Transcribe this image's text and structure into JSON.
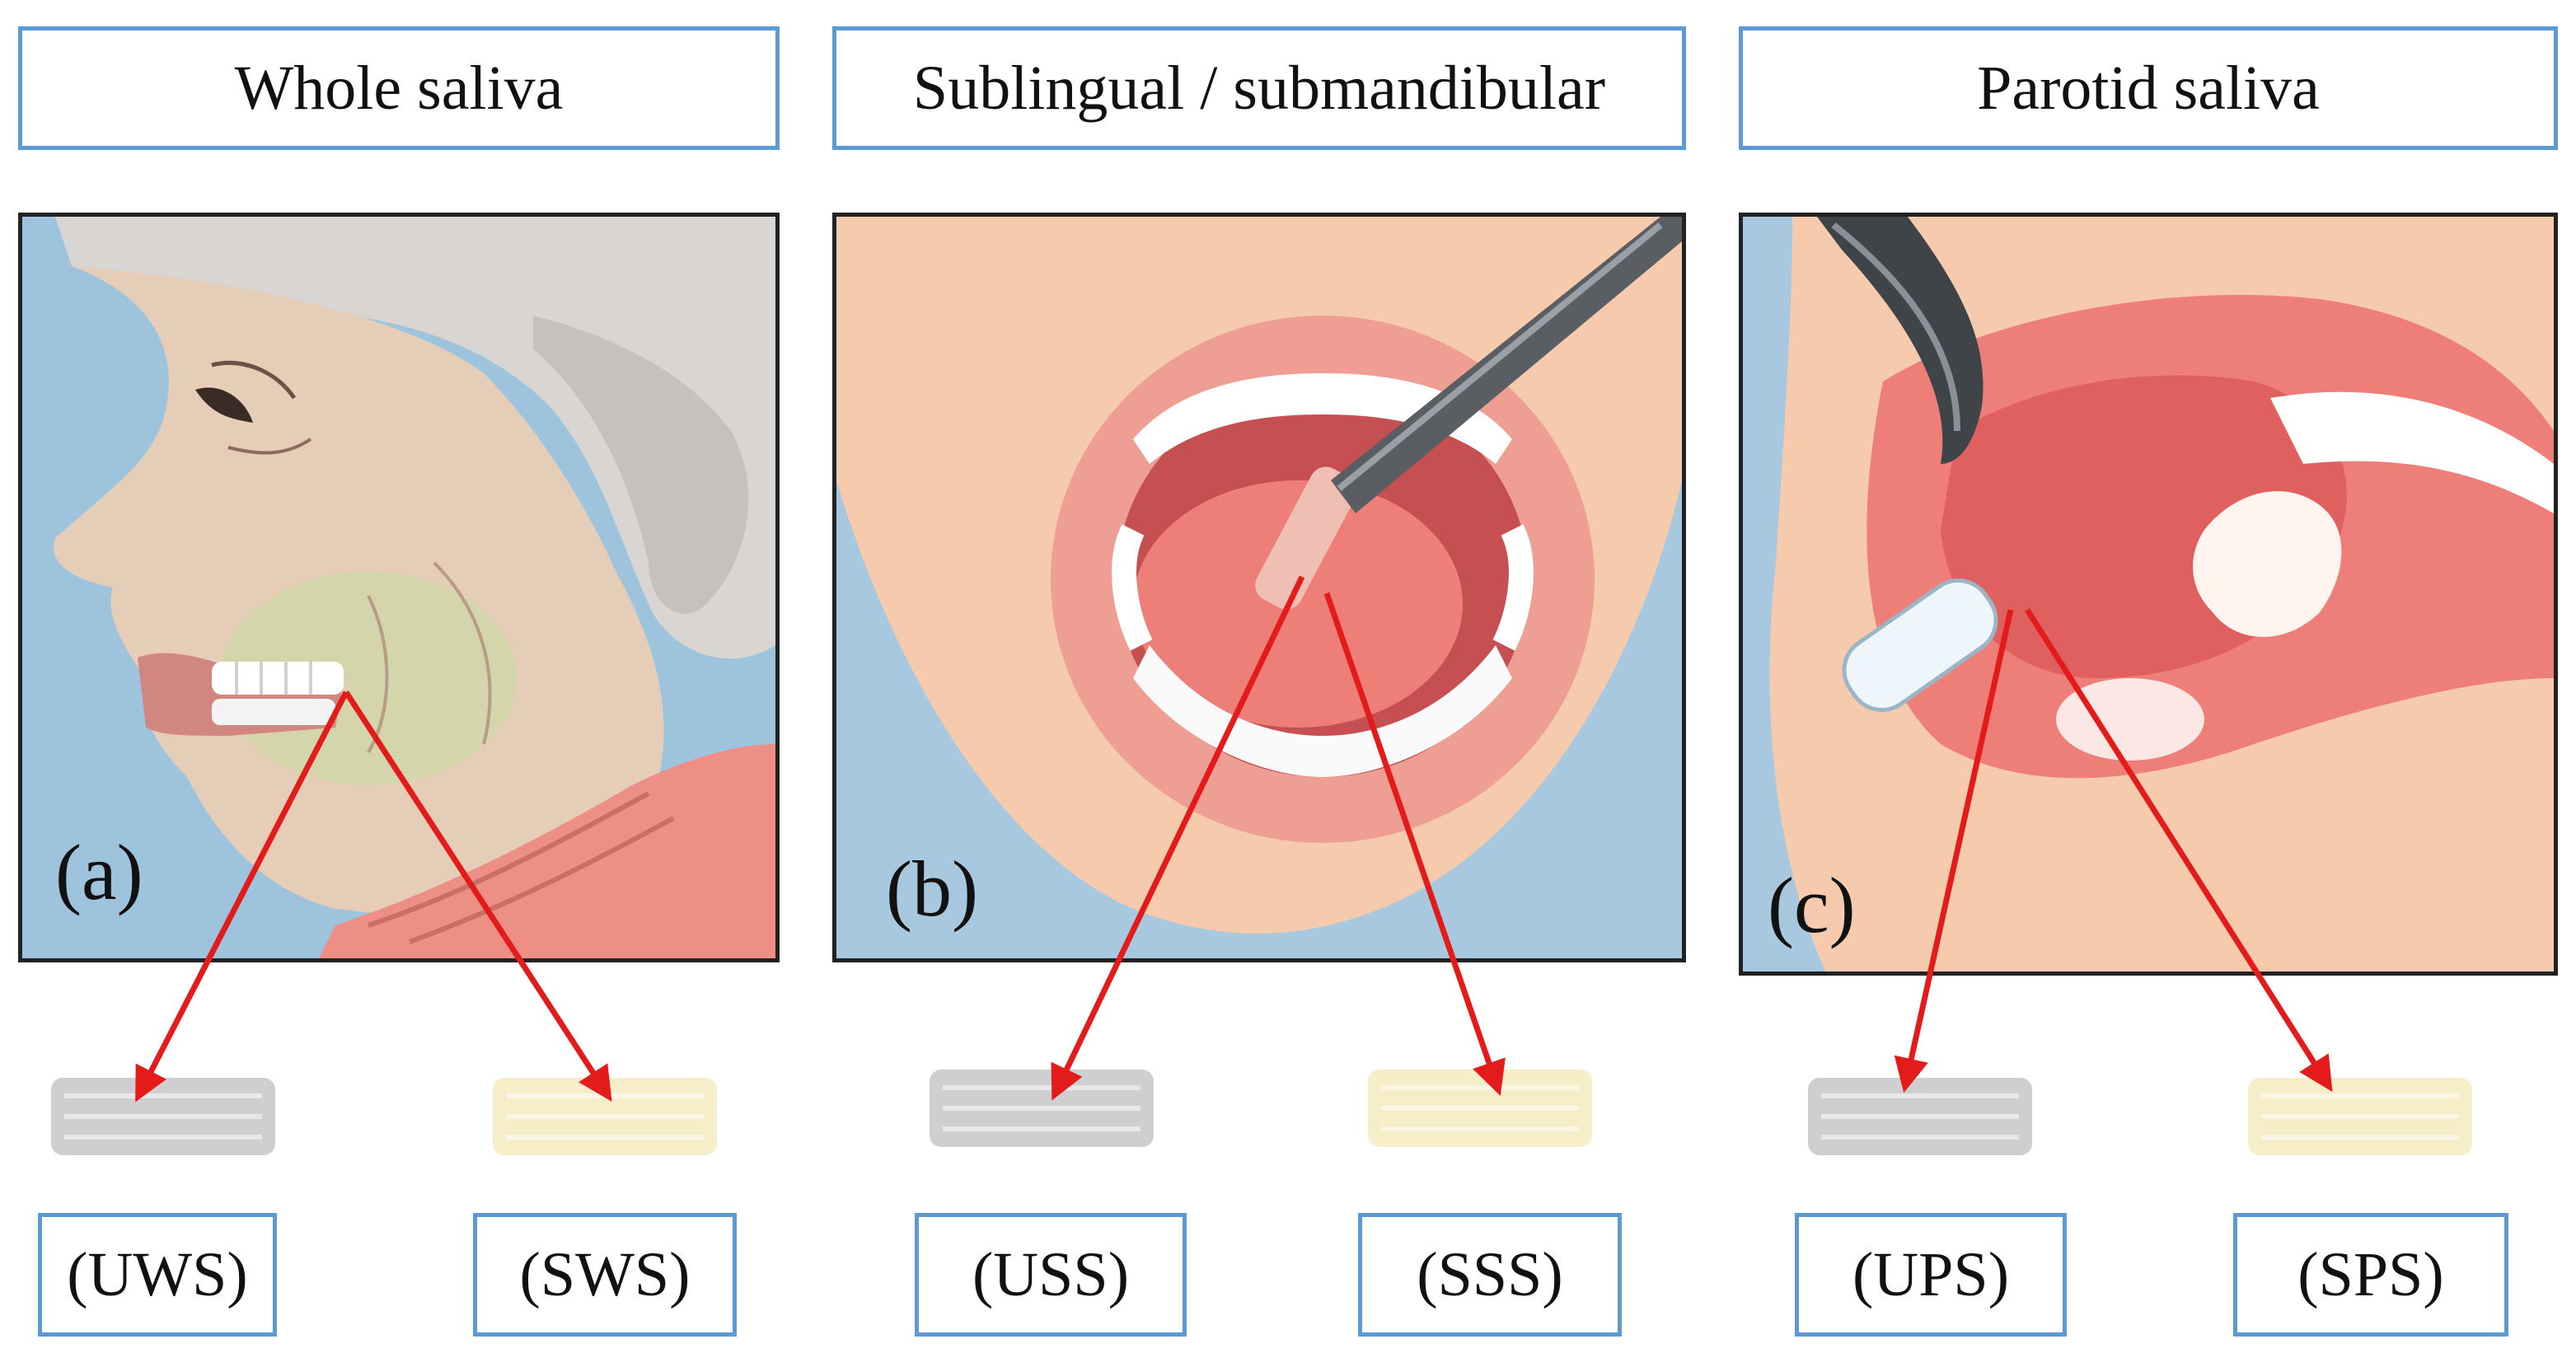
{
  "columns": [
    {
      "title": "Whole saliva",
      "panel_label": "(a)",
      "labels": [
        "(UWS)",
        "(SWS)"
      ]
    },
    {
      "title": "Sublingual  / submandibular",
      "panel_label": "(b)",
      "labels": [
        "(USS)",
        "(SSS)"
      ]
    },
    {
      "title": "Parotid saliva",
      "panel_label": "(c)",
      "labels": [
        "(UPS)",
        "(SPS)"
      ]
    }
  ],
  "colors": {
    "box_border": "#5b9bd5",
    "arrow": "#e31b1b",
    "unstimulated_roll": "#cfcfd2",
    "stimulated_roll": "#f6edc9",
    "background_blue": "#9ec4dd",
    "skin": "#f6cbad",
    "mouth": "#ee7f78"
  }
}
